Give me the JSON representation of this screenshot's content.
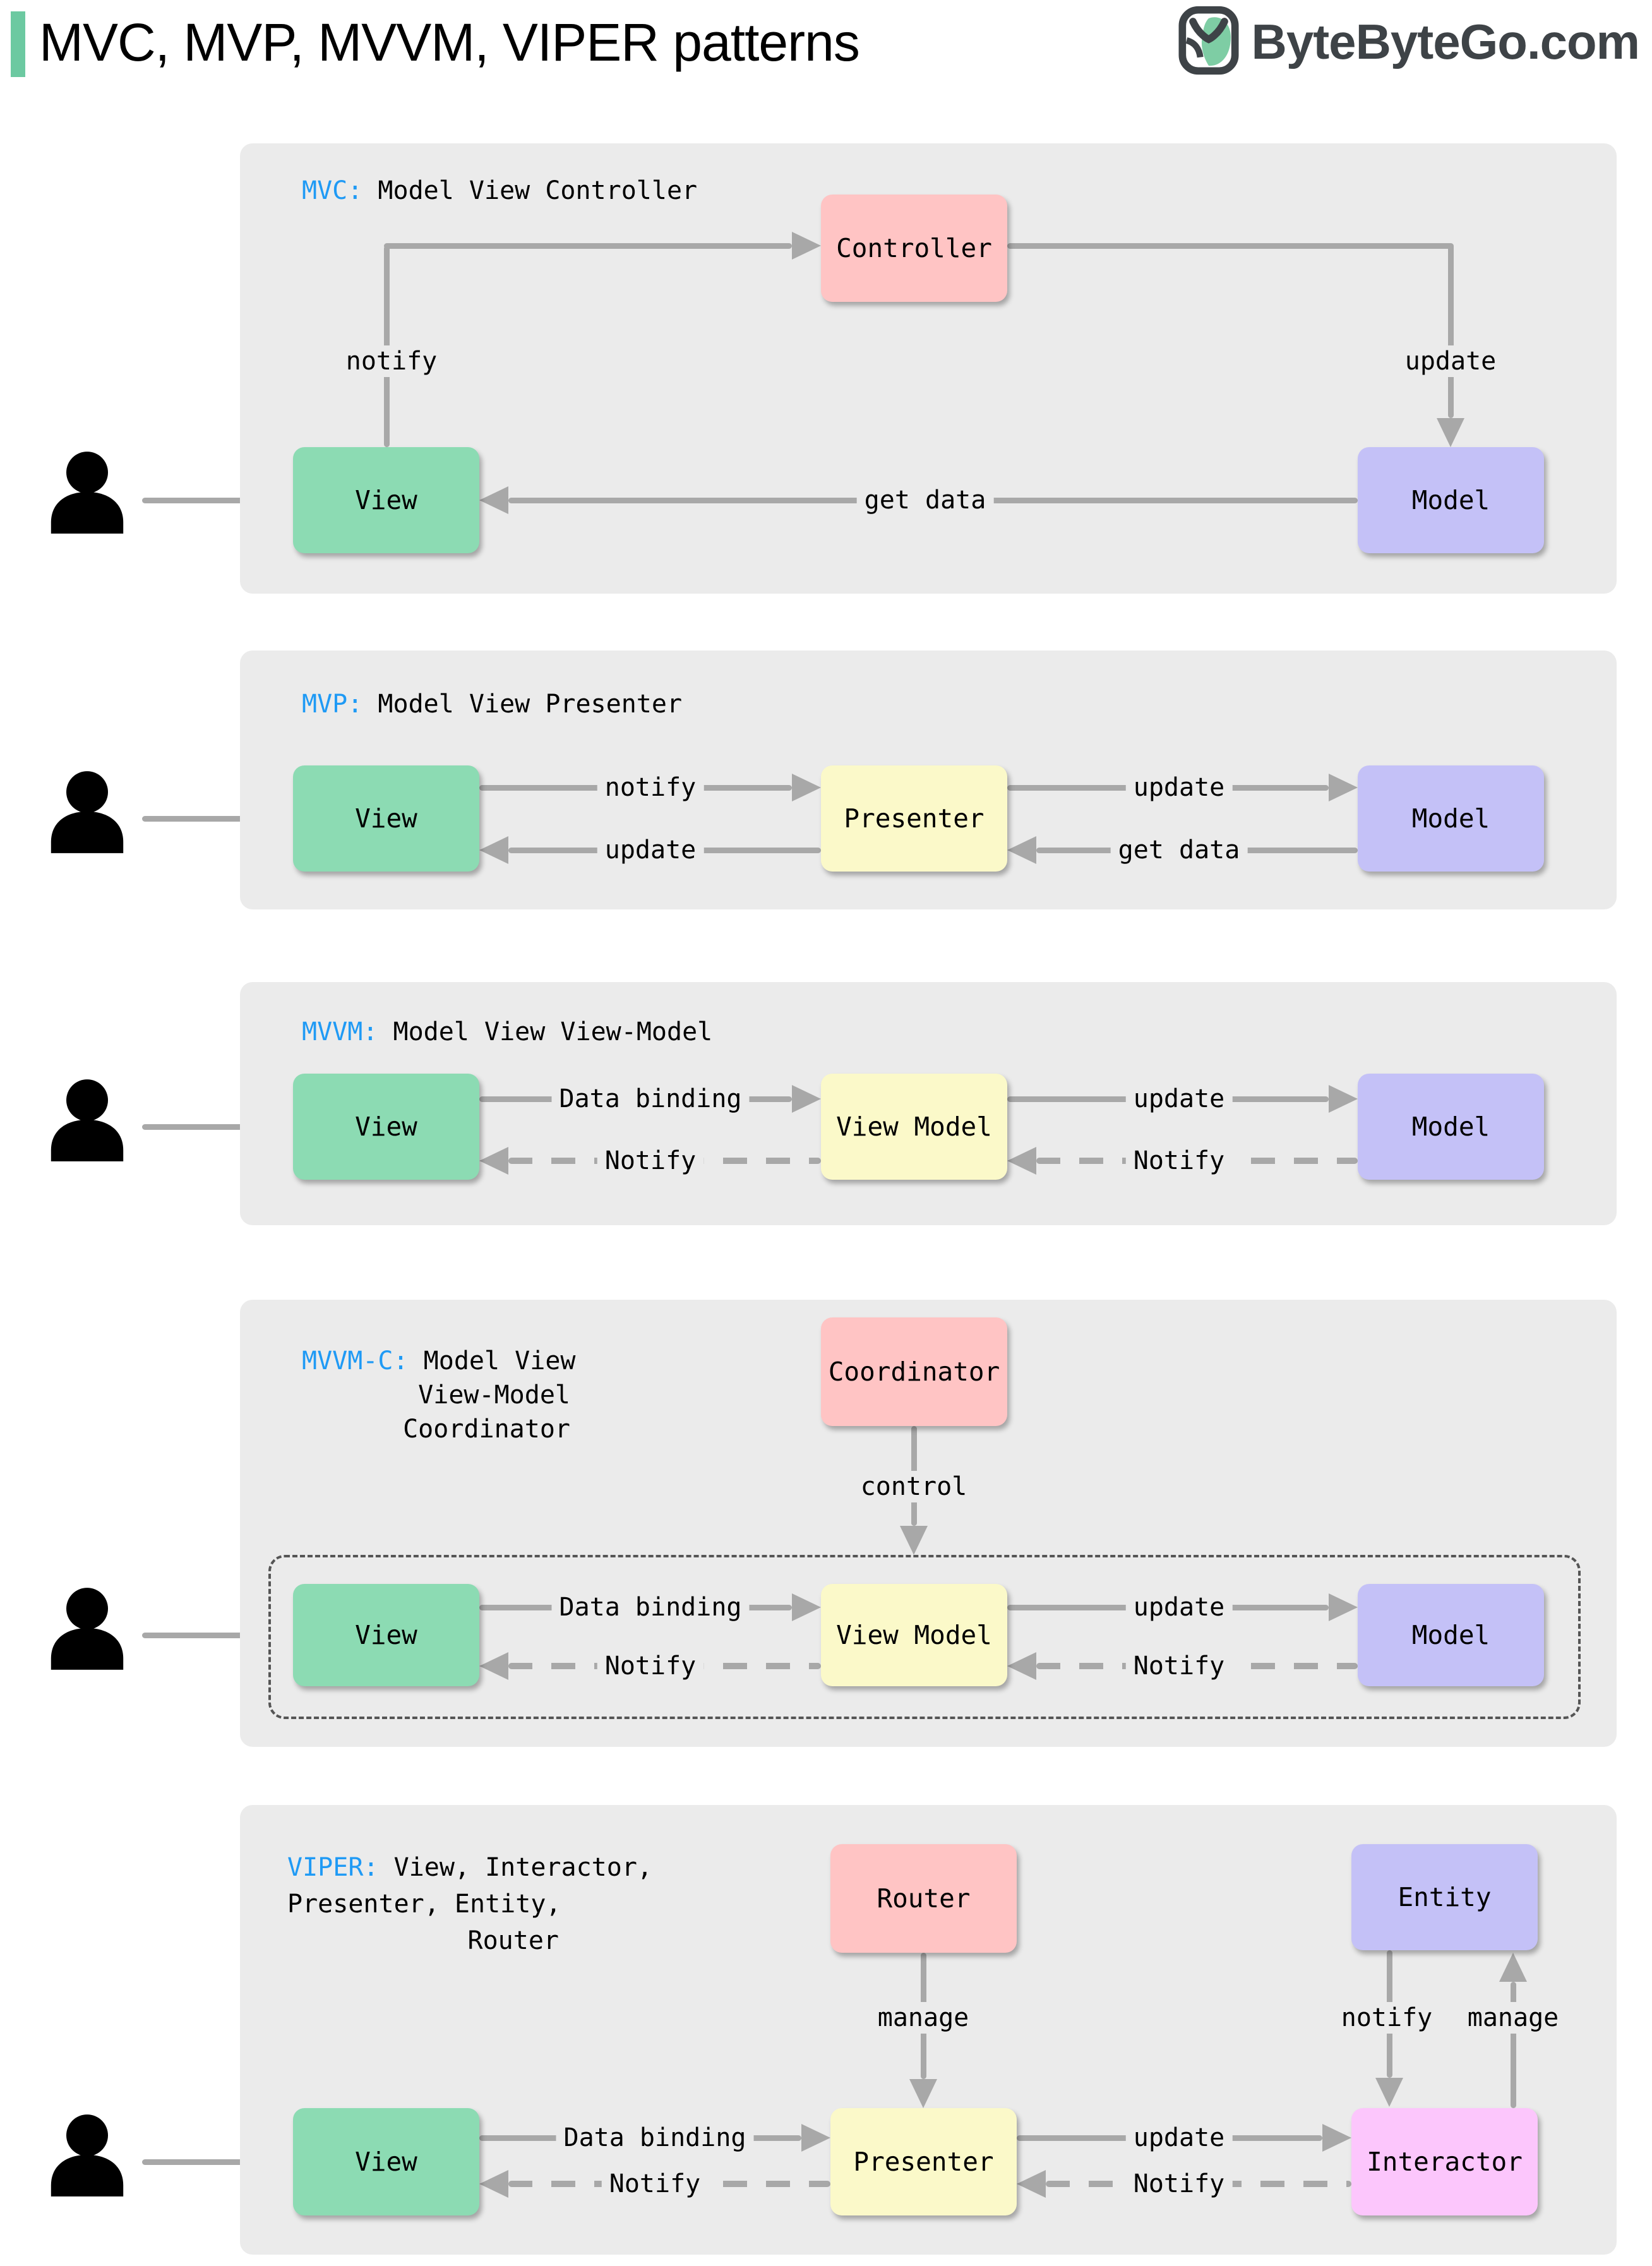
{
  "header": {
    "title": "MVC, MVP, MVVM, VIPER patterns",
    "logo": {
      "text": "ByteByteGo.com"
    }
  },
  "colors": {
    "accent_green": "#6CC9A1",
    "panel_bg": "#EBEBEB",
    "arrow_gray": "#A8A8A8",
    "acronym_blue": "#1F9AF5",
    "box_green": "#8CDBB3",
    "box_pink": "#FFC4C4",
    "box_yellow": "#FBF9C9",
    "box_purple": "#C4C1F7",
    "box_magenta": "#FCC6FC"
  },
  "panels": {
    "mvc": {
      "acronym": "MVC:",
      "title": " Model View Controller",
      "boxes": {
        "controller": "Controller",
        "view": "View",
        "model": "Model"
      },
      "labels": {
        "notify": "notify",
        "update": "update",
        "get_data": "get data"
      }
    },
    "mvp": {
      "acronym": "MVP:",
      "title": " Model View Presenter",
      "boxes": {
        "view": "View",
        "presenter": "Presenter",
        "model": "Model"
      },
      "labels": {
        "notify": "notify",
        "update_top": "update",
        "update_bottom": "update",
        "get_data": "get data"
      }
    },
    "mvvm": {
      "acronym": "MVVM:",
      "title": " Model View View-Model",
      "boxes": {
        "view": "View",
        "view_model": "View Model",
        "model": "Model"
      },
      "labels": {
        "data_binding": "Data binding",
        "update": "update",
        "notify_left": "Notify",
        "notify_right": "Notify"
      }
    },
    "mvvm_c": {
      "acronym": "MVVM-C:",
      "title_line1": " Model View",
      "title_line2": "View-Model",
      "title_line3": "Coordinator",
      "boxes": {
        "coordinator": "Coordinator",
        "view": "View",
        "view_model": "View Model",
        "model": "Model"
      },
      "labels": {
        "control": "control",
        "data_binding": "Data binding",
        "update": "update",
        "notify_left": "Notify",
        "notify_right": "Notify"
      }
    },
    "viper": {
      "acronym": "VIPER:",
      "title_line1": " View, Interactor,",
      "title_line2": "Presenter, Entity,",
      "title_line3": "Router",
      "boxes": {
        "router": "Router",
        "entity": "Entity",
        "view": "View",
        "presenter": "Presenter",
        "interactor": "Interactor"
      },
      "labels": {
        "manage_router": "manage",
        "notify_entity": "notify",
        "manage_interactor": "manage",
        "data_binding": "Data binding",
        "update": "update",
        "notify_mid": "Notify",
        "notify_left": "Notify"
      }
    }
  }
}
